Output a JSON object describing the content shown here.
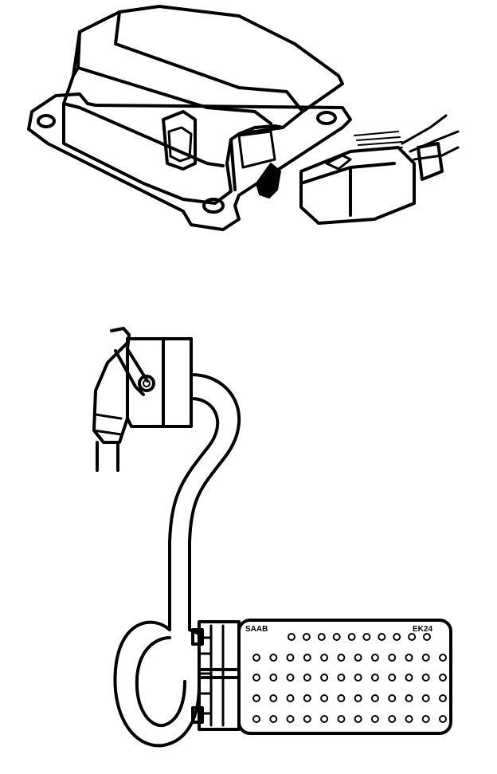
{
  "diagram": {
    "labels": {
      "connector_left": "SAAB",
      "connector_right": "EK24"
    },
    "pins": {
      "rows": 5,
      "columns": [
        10,
        12,
        12,
        12,
        12
      ]
    },
    "colors": {
      "ink": "#000000",
      "paper": "#ffffff"
    }
  }
}
